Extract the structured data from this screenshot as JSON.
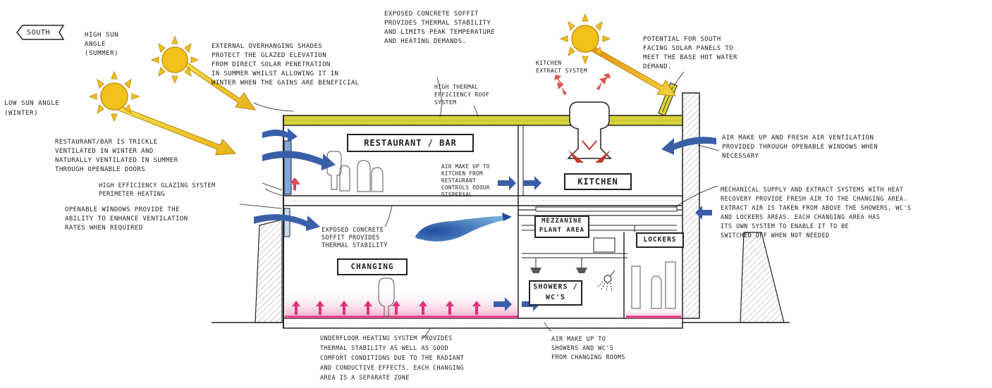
{
  "labels": {
    "south": "SOUTH",
    "high_sun": "HIGH SUN\nANGLE\n(SUMMER)",
    "low_sun": "LOW SUN ANGLE\n(WINTER)",
    "shades": "EXTERNAL OVERHANGING SHADES\nPROTECT THE GLAZED ELEVATION\nFROM DIRECT SOLAR PENETRATION\nIN SUMMER WHILST ALLOWING IT IN\nWINTER WHEN THE GAINS ARE BENEFICIAL",
    "soffit_top": "EXPOSED CONCRETE SOFFIT\nPROVIDES THERMAL STABILITY\nAND LIMITS PEAK TEMPERATURE\nAND HEATING DEMANDS.",
    "solar": "POTENTIAL FOR SOUTH\nFACING SOLAR PANELS TO\nMEET THE BASE HOT WATER\nDEMAND.",
    "kitchen_extract": "KITCHEN\nEXTRACT SYSTEM",
    "roof": "HIGH THERMAL\nEFFICIENCY ROOF\nSYSTEM",
    "restaurant_vent": "RESTAURANT/BAR IS TRICKLE\nVENTILATED IN WINTER AND\nNATURALLY VENTILATED IN SUMMER\nTHROUGH OPENABLE DOORS",
    "glazing": "HIGH EFFICIENCY GLAZING SYSTEM\nPERIMETER HEATING",
    "windows": "OPENABLE WINDOWS PROVIDE THE\nABILITY TO ENHANCE VENTILATION\nRATES WHEN REQUIRED",
    "air_makeup_kitchen": "AIR MAKE UP TO\nKITCHEN FROM\nRESTAURANT\nCONTROLS ODOUR\nDISPERSAL",
    "fresh_air": "AIR MAKE UP AND FRESH AIR VENTILATION\nPROVIDED THROUGH OPENABLE WINDOWS WHEN\nNECESSARY",
    "mechanical": "MECHANICAL SUPPLY AND EXTRACT SYSTEMS WITH HEAT\nRECOVERY PROVIDE FRESH AIR TO THE CHANGING AREA.\nEXTRACT AIR IS TAKEN FROM ABOVE THE SHOWERS, WC'S\nAND LOCKERS AREAS. EACH CHANGING AREA HAS\nITS OWN SYSTEM TO ENABLE IT TO BE\nSWITCHED OFF WHEN NOT NEEDED",
    "soffit_mid": "EXPOSED CONCRETE\nSOFFIT PROVIDES\nTHERMAL STABILITY",
    "underfloor": "UNDERFLOOR HEATING SYSTEM PROVIDES\nTHERMAL STABILITY AS WELL AS GOOD\nCOMFORT CONDITIONS DUE TO THE RADIANT\nAND CONDUCTIVE EFFECTS. EACH CHANGING\nAREA IS A SEPARATE ZONE",
    "air_makeup_showers": "AIR MAKE UP TO\nSHOWERS AND WC'S\nFROM CHANGING ROOMS"
  },
  "rooms": {
    "restaurant": "RESTAURANT / BAR",
    "kitchen": "KITCHEN",
    "mezzanine": "MEZZANINE\nPLANT AREA",
    "lockers": "LOCKERS",
    "changing": "CHANGING",
    "showers": "SHOWERS /\nWC'S"
  },
  "colors": {
    "air_arrow": "#3a5fa8",
    "sun": "#f2c21a",
    "sun_ray": "#f0d43a",
    "heat": "#e0317a",
    "heat_glow": "#f6a8c8",
    "roof": "#d9d23a",
    "ink": "#222222"
  },
  "icons": [
    "sun-icon",
    "air-flow-arrow",
    "heat-arrow",
    "solar-panel-icon",
    "shower-icon",
    "person-figure"
  ]
}
